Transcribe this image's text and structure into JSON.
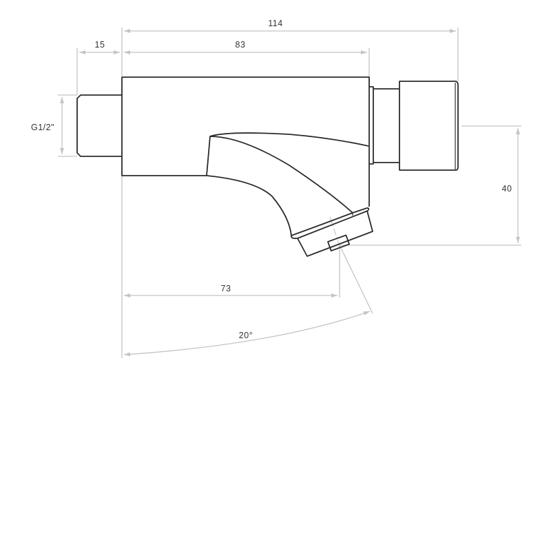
{
  "drawing": {
    "subject": "wall-mounted self-closing tap",
    "dimensions": {
      "overall_length": "114",
      "body_length": "83",
      "thread_length": "15",
      "thread_size": "G1/2\"",
      "spout_height": "40",
      "spout_projection": "73",
      "spout_angle": "20°"
    },
    "colors": {
      "outline": "#2b2b2b",
      "dimension_line": "#c4c4c4",
      "label": "#333333",
      "background": "#ffffff"
    }
  }
}
